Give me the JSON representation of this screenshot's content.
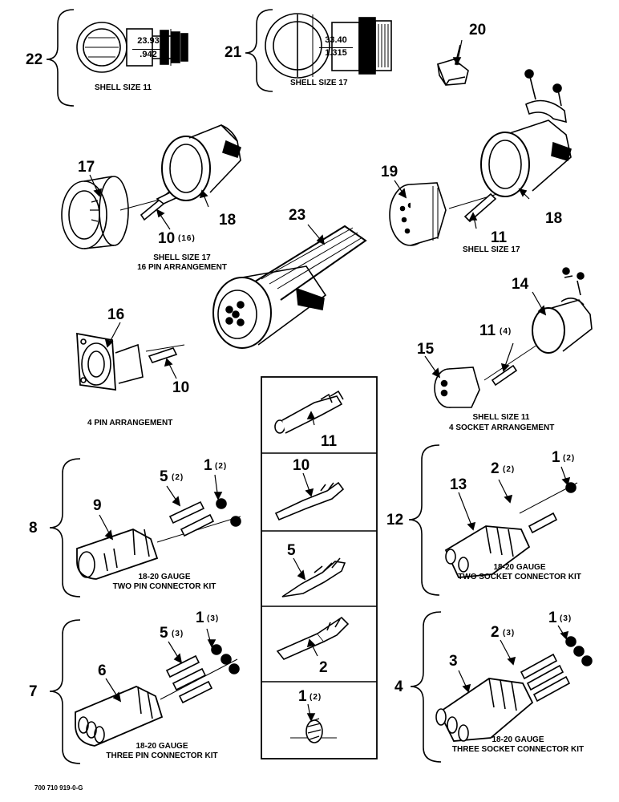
{
  "callouts": {
    "c1a": "1",
    "c1a_qty": "(2)",
    "c1b": "1",
    "c1b_qty": "(2)",
    "c1c": "1",
    "c1c_qty": "(2)",
    "c1d": "1",
    "c1d_qty": "(3)",
    "c1e": "1",
    "c1e_qty": "(3)",
    "c2a": "2",
    "c2a_qty": "(2)",
    "c2b": "2",
    "c2c": "2",
    "c2c_qty": "(3)",
    "c3": "3",
    "c4": "4",
    "c5a": "5",
    "c5a_qty": "(2)",
    "c5b": "5",
    "c5c": "5",
    "c5c_qty": "(3)",
    "c6": "6",
    "c7": "7",
    "c8": "8",
    "c9": "9",
    "c10a": "10",
    "c10a_qty": "(16)",
    "c10b": "10",
    "c10c": "10",
    "c11a": "11",
    "c11b": "11",
    "c11c": "11",
    "c11c_qty": "(4)",
    "c12": "12",
    "c13": "13",
    "c14": "14",
    "c15": "15",
    "c16": "16",
    "c17": "17",
    "c18a": "18",
    "c18b": "18",
    "c19": "19",
    "c20": "20",
    "c21": "21",
    "c22": "22",
    "c23": "23"
  },
  "dimensions": {
    "d22_top": "23.93",
    "d22_bot": ".942",
    "d21_top": "33.40",
    "d21_bot": "1.315"
  },
  "captions": {
    "shell11": "SHELL SIZE 11",
    "shell17_top": "SHELL SIZE 17",
    "shell17_16pin_l1": "SHELL SIZE 17",
    "shell17_16pin_l2": "16 PIN ARRANGEMENT",
    "shell17_right": "SHELL SIZE 17",
    "pin4": "4 PIN ARRANGEMENT",
    "socket4_l1": "SHELL SIZE 11",
    "socket4_l2": "4 SOCKET ARRANGEMENT",
    "kit2pin_l1": "18-20 GAUGE",
    "kit2pin_l2": "TWO PIN CONNECTOR KIT",
    "kit2sock_l1": "18-20 GAUGE",
    "kit2sock_l2": "TWO SOCKET CONNECTOR KIT",
    "kit3pin_l1": "18-20 GAUGE",
    "kit3pin_l2": "THREE PIN CONNECTOR KIT",
    "kit3sock_l1": "18-20 GAUGE",
    "kit3sock_l2": "THREE SOCKET CONNECTOR KIT"
  },
  "drawing_number": "700 710 919-0-G"
}
